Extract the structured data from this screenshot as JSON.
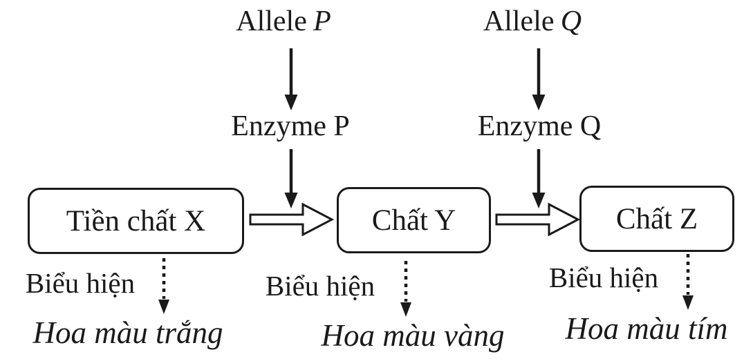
{
  "diagram": {
    "title_implied": "",
    "alleles": [
      {
        "prefix": "Allele",
        "symbol": "P"
      },
      {
        "prefix": "Allele",
        "symbol": "Q"
      }
    ],
    "enzymes": [
      "Enzyme P",
      "Enzyme Q"
    ],
    "substrates": [
      "Tiền chất X",
      "Chất Y",
      "Chất Z"
    ],
    "expression_label": "Biểu hiện",
    "phenotypes": [
      "Hoa màu trắng",
      "Hoa màu vàng",
      "Hoa màu tím"
    ],
    "icons": {
      "solid_down_arrow": "↓",
      "dotted_down_arrow": "⇣",
      "hollow_right_arrow": "⇨"
    },
    "colors": {
      "ink": "#1a1a1a",
      "background": "#ffffff"
    }
  }
}
